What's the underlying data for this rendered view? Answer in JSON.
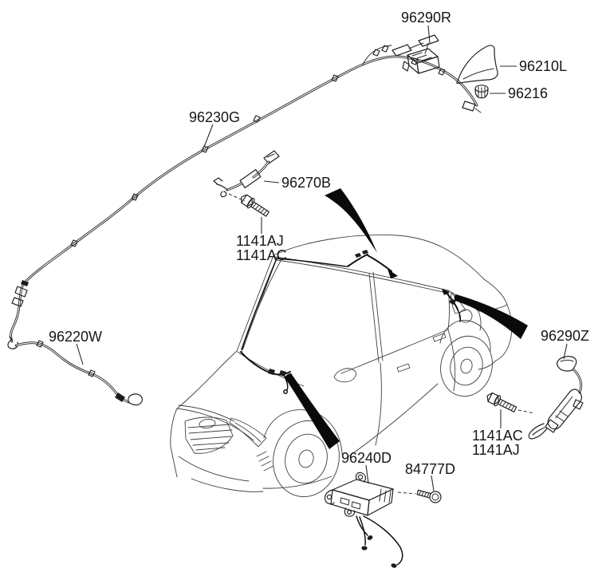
{
  "diagram": {
    "colors": {
      "line": "#1f1f1f",
      "background": "#ffffff",
      "arrow": "#0a0a0a"
    },
    "parts": {
      "roof_antenna_unit": {
        "label": "96290R"
      },
      "shark_fin_antenna": {
        "label": "96210L"
      },
      "antenna_nut": {
        "label": "96216"
      },
      "roof_feeder_cable": {
        "label": "96230G"
      },
      "antenna_jumper_cable": {
        "label": "96270B"
      },
      "front_mounting_bolt": {
        "label_line1": "1141AJ",
        "label_line2": "1141AC"
      },
      "front_feeder_cable": {
        "label": "96220W"
      },
      "rear_antenna_assembly": {
        "label": "96290Z"
      },
      "rear_mounting_bolt": {
        "label_line1": "1141AC",
        "label_line2": "1141AJ"
      },
      "antenna_amplifier": {
        "label": "96240D"
      },
      "amplifier_screw": {
        "label": "84777D"
      }
    }
  }
}
